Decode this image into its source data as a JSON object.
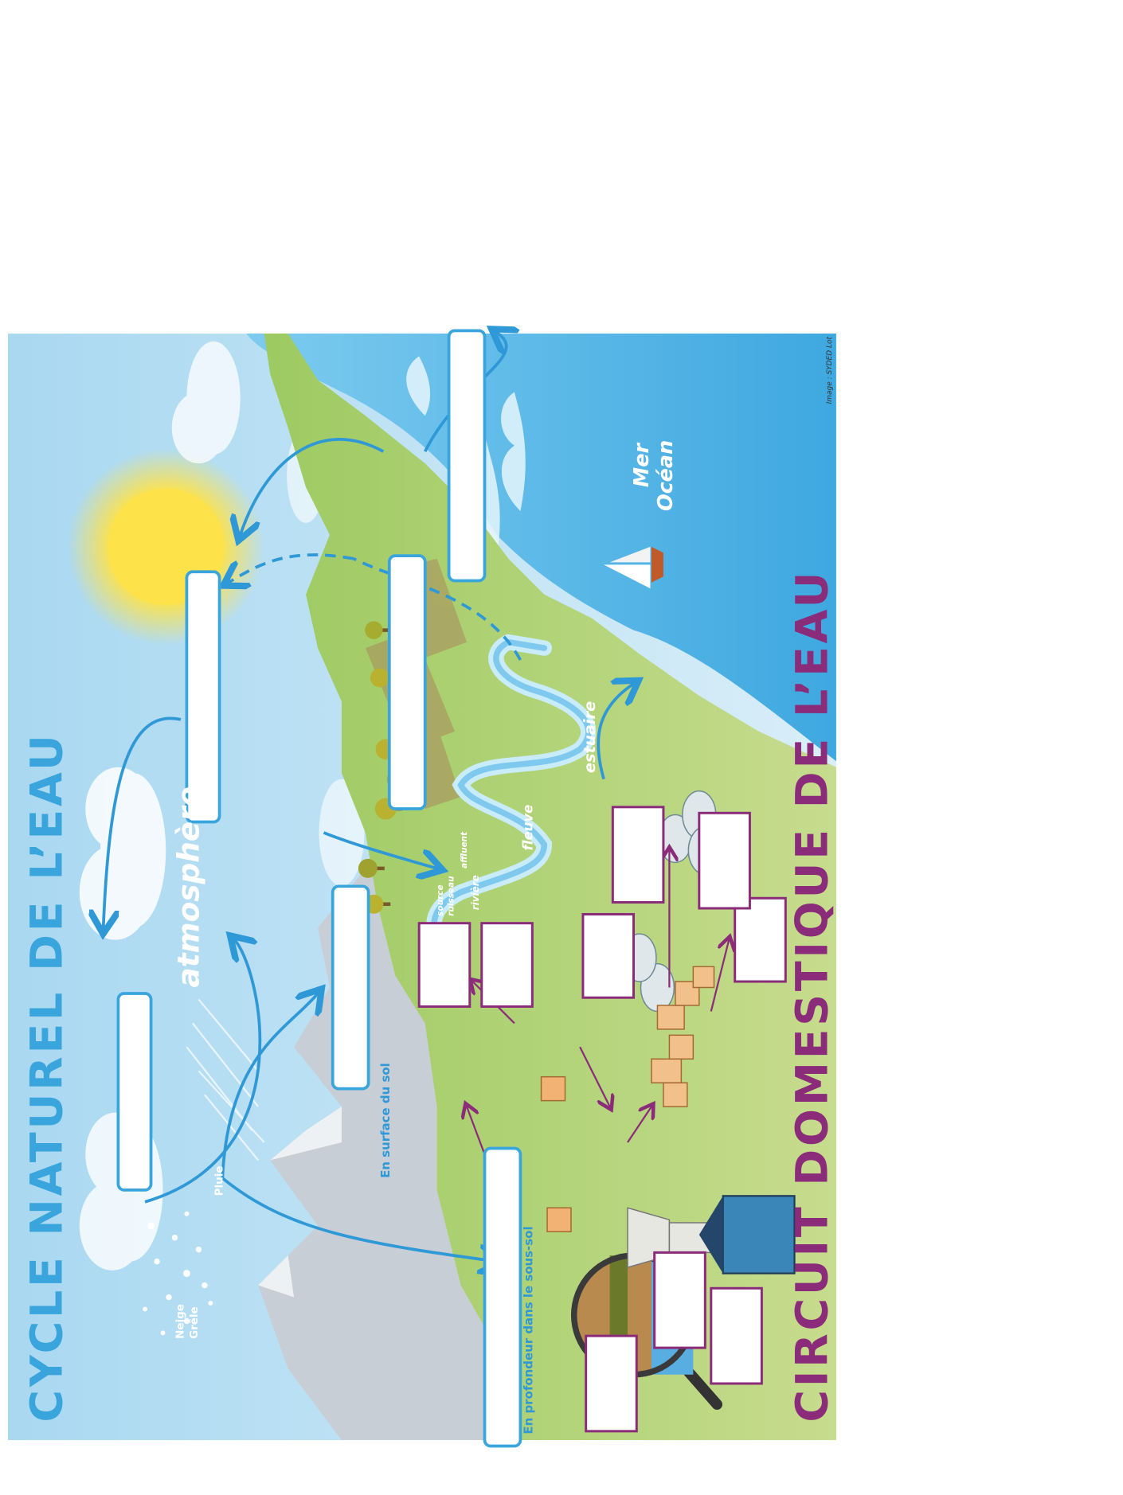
{
  "titles": {
    "natural_a": "CYCLE NATUREL ",
    "natural_b": "DE L’EAU",
    "domestic_a": "CIRCUIT DOMESTIQUE ",
    "domestic_b": "DE L’EAU"
  },
  "labels": {
    "atmosphere": "atmosphère",
    "pluie": "Pluie",
    "neige": "Neige",
    "grele": "Grêle",
    "surface": "En surface du sol",
    "profondeur": "En profondeur dans le sous-sol",
    "source": "source",
    "ruisseau": "ruisseau",
    "riviere": "rivière",
    "affluent": "affluent",
    "fleuve": "fleuve",
    "estuaire": "estuaire",
    "mer": "Mer",
    "ocean": "Océan"
  },
  "credit": "Image : SYDED Lot",
  "colors": {
    "sky": "#bfe3f5",
    "natural_title": "#3aa5dc",
    "domestic_title": "#8b2c7a",
    "blue_box_border": "#3aa5dc",
    "purple_box_border": "#8b2c7a",
    "land": "#8fc15a",
    "sea": "#5bbbe8",
    "mountain": "#c8ced6",
    "sun": "#fde24a"
  },
  "icons": [
    "sun-icon",
    "cloud-icon",
    "sailboat-icon",
    "magnifier-icon",
    "water-tower-icon",
    "house-icon",
    "treatment-tank-icon",
    "pump-station-icon",
    "tree-icon"
  ]
}
